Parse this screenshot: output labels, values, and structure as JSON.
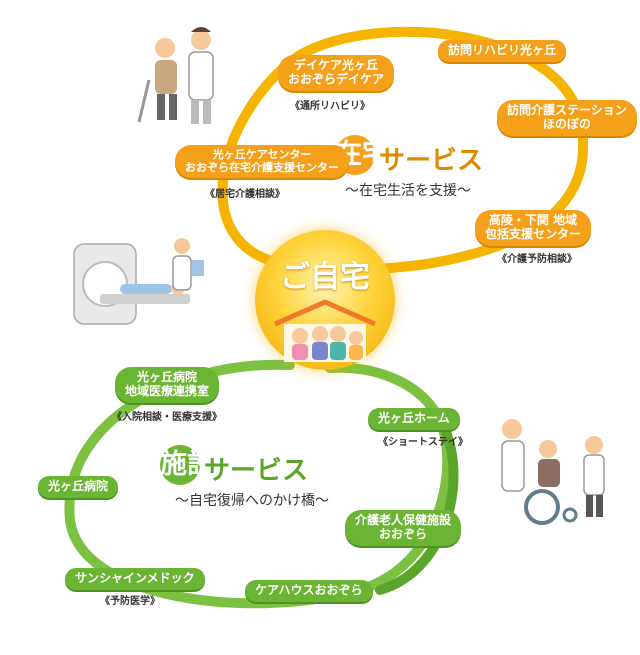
{
  "center": {
    "label": "ご自宅"
  },
  "home_service": {
    "title_badge": "在宅",
    "title_rest": "サービス",
    "caption": "～在宅生活を支援～",
    "colors": {
      "ring": "#f5b400",
      "pill": "#f5a01a",
      "title": "#e08a00"
    },
    "items": [
      {
        "lines": [
          "デイケア光ヶ丘",
          "おおぞらデイケア"
        ],
        "note": "《通所リハビリ》"
      },
      {
        "lines": [
          "訪問リハビリ光ヶ丘"
        ],
        "note": ""
      },
      {
        "lines": [
          "訪問介護ステーション",
          "ほのぼの"
        ],
        "note": ""
      },
      {
        "lines": [
          "光ヶ丘ケアセンター",
          "おおぞら在宅介護支援センター"
        ],
        "note": "《居宅介護相談》"
      },
      {
        "lines": [
          "高陵・下関 地域",
          "包括支援センター"
        ],
        "note": "《介護予防相談》"
      }
    ]
  },
  "facility_service": {
    "title_badge": "施設",
    "title_rest": "サービス",
    "caption": "～自宅復帰へのかけ橋～",
    "colors": {
      "ring": "#7cc142",
      "pill": "#6bb534",
      "title": "#5aa52a"
    },
    "items": [
      {
        "lines": [
          "光ヶ丘病院",
          "地域医療連携室"
        ],
        "note": "《入院相談・医療支援》"
      },
      {
        "lines": [
          "光ヶ丘ホーム"
        ],
        "note": "《ショートステイ》"
      },
      {
        "lines": [
          "光ヶ丘病院"
        ],
        "note": ""
      },
      {
        "lines": [
          "介護老人保健施設",
          "おおぞら"
        ],
        "note": ""
      },
      {
        "lines": [
          "サンシャインメドック"
        ],
        "note": "《予防医学》"
      },
      {
        "lines": [
          "ケアハウスおおぞら"
        ],
        "note": ""
      }
    ]
  },
  "illustrations": [
    {
      "icon": "rehab-walking-icon"
    },
    {
      "icon": "ct-scanner-icon"
    },
    {
      "icon": "wheelchair-care-icon"
    },
    {
      "icon": "family-house-icon"
    }
  ]
}
